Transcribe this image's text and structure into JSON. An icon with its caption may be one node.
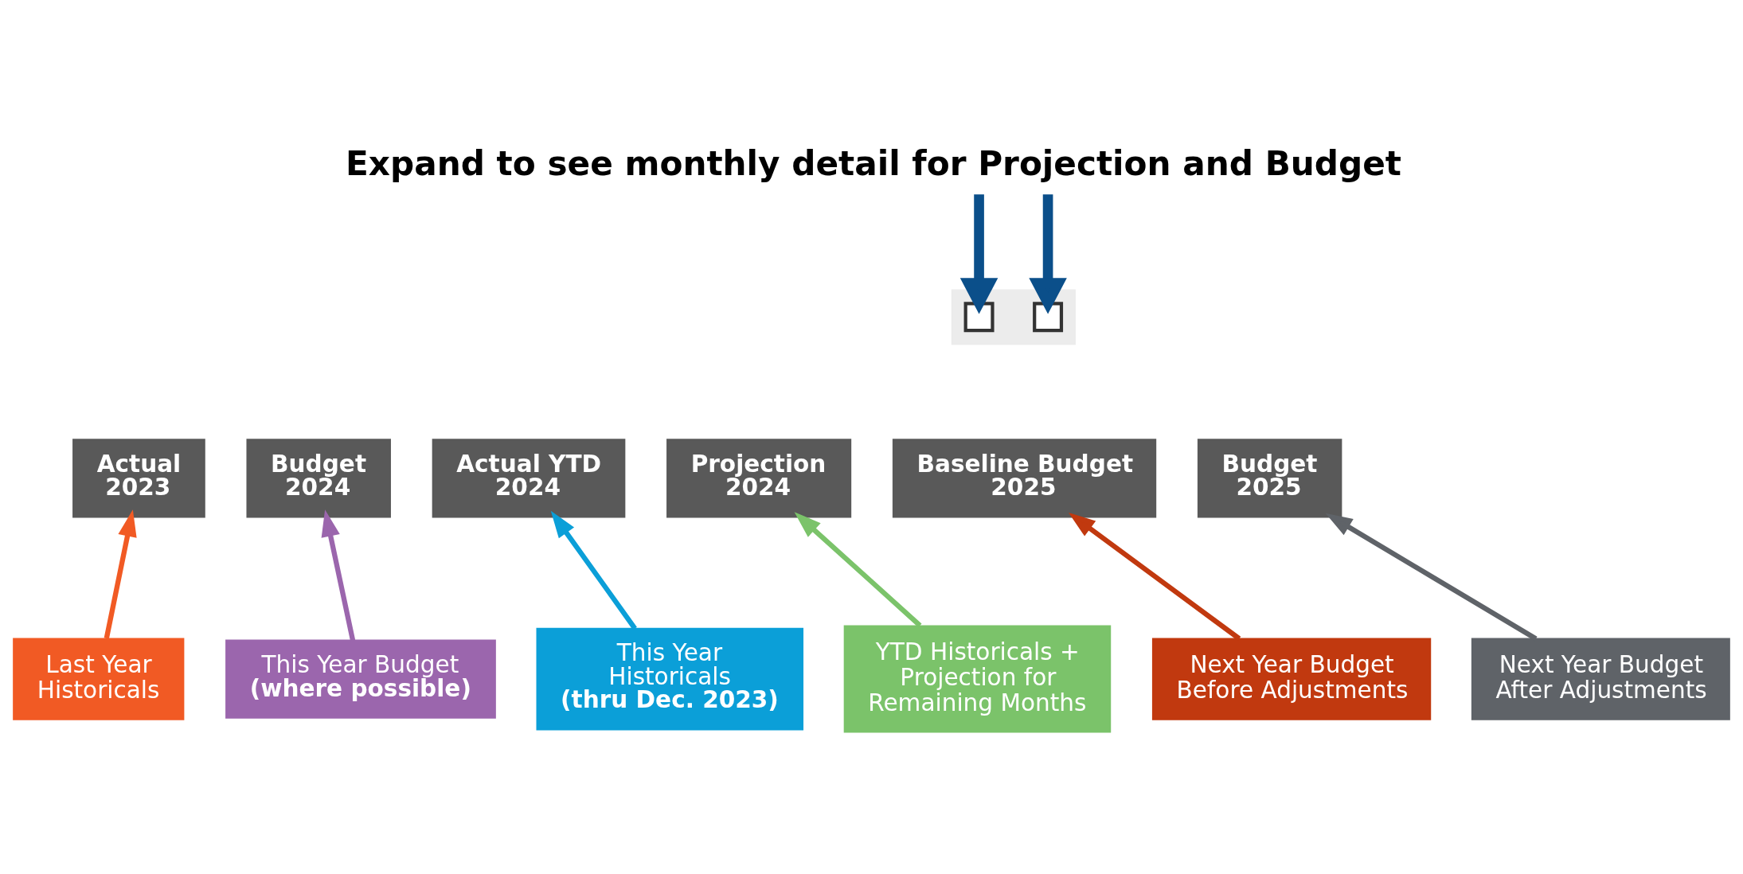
{
  "diagram": {
    "title": "Expand to see monthly detail for Projection and Budget",
    "nodes": [
      {
        "text": [],
        "shape": "bar"
      },
      {
        "text": [],
        "shape": "box",
        "in": 0
      },
      {
        "text": [],
        "shape": "box",
        "in": 0
      },
      {
        "text": [
          "Actual 2023"
        ]
      },
      {
        "text": [
          "Budget 2024"
        ]
      },
      {
        "text": [
          "Actual YTD 2024"
        ]
      },
      {
        "text": [
          "Projection 2024"
        ]
      },
      {
        "text": [
          "Baseline Budget 2025"
        ]
      },
      {
        "text": [
          "Budget 2025"
        ]
      },
      {
        "text": [
          "Last Year Historicals"
        ]
      },
      {
        "text": [
          "This Year Budget",
          "(where possible)"
        ]
      },
      {
        "text": [
          "This Year Historicals",
          "(thru Dec. 2023)"
        ]
      },
      {
        "text": [
          "YTD Historicals + Projection for Remaining Months"
        ]
      },
      {
        "text": [
          "Next Year Budget Before Adjustments"
        ]
      },
      {
        "text": [
          "Next Year Budget After Adjustments"
        ]
      }
    ],
    "edges": [
      {
        "from": null,
        "to": 1,
        "arrow": "to",
        "style": "thick",
        "color": "#0b4f8a"
      },
      {
        "from": null,
        "to": 2,
        "arrow": "to",
        "style": "thick",
        "color": "#0b4f8a"
      },
      {
        "from": 9,
        "to": 3,
        "arrow": "to",
        "color": "#f15a24"
      },
      {
        "from": 10,
        "to": 4,
        "arrow": "to",
        "color": "#9b66ad"
      },
      {
        "from": 11,
        "to": 5,
        "arrow": "to",
        "color": "#0b9fd8"
      },
      {
        "from": 12,
        "to": 6,
        "arrow": "to",
        "color": "#7bc36a"
      },
      {
        "from": 13,
        "to": 7,
        "arrow": "to",
        "color": "#c1390f"
      },
      {
        "from": 14,
        "to": 8,
        "arrow": "to",
        "color": "#5f6368"
      }
    ]
  }
}
